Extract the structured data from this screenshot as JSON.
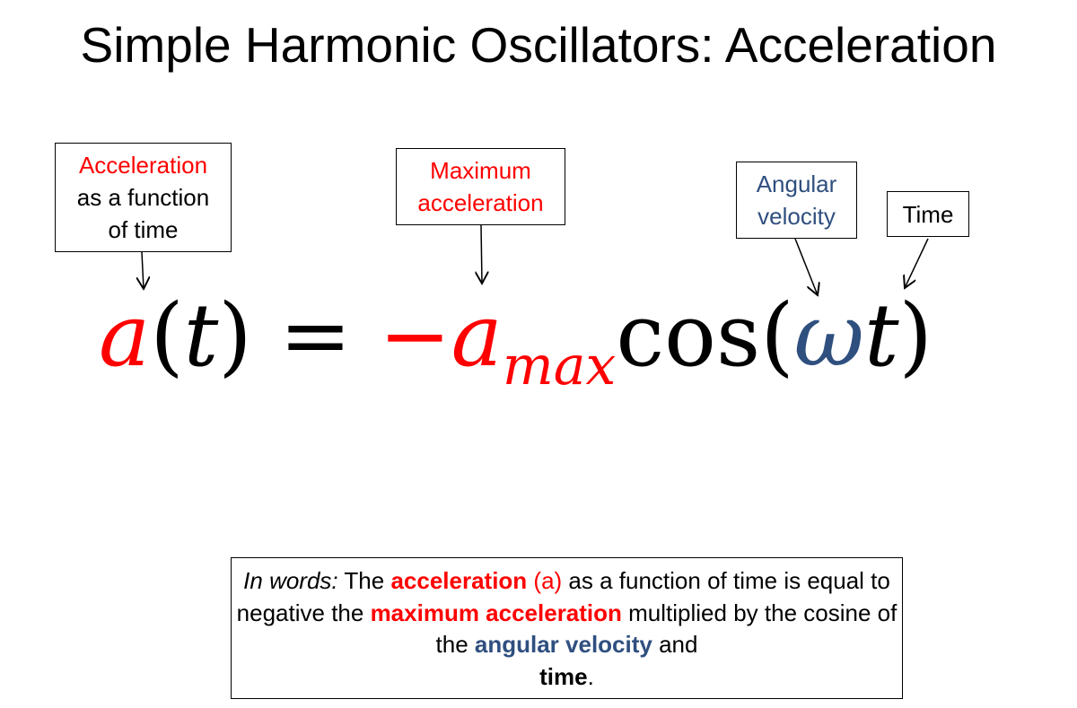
{
  "title": "Simple Harmonic Oscillators: Acceleration",
  "labels": {
    "accel_line1": "Acceleration",
    "accel_line2": "as a function",
    "accel_line3": "of time",
    "max_line1": "Maximum",
    "max_line2": "acceleration",
    "ang_line1": "Angular",
    "ang_line2": "velocity",
    "time": "Time"
  },
  "equation": {
    "a": "a",
    "open": "(",
    "t": "t",
    "close": ")",
    "eq": " = ",
    "minus": "−",
    "a2": "a",
    "sub": "max",
    "cos": "cos(",
    "omega": "ω",
    "t2": "t",
    "close2": ")"
  },
  "words": {
    "prefix": "In words:",
    "p1": " The ",
    "acceleration": "acceleration",
    "a_paren": " (a)",
    "p2": " as a function of time is equal to negative the ",
    "max_acc": "maximum acceleration",
    "p3": " multiplied by the cosine of the ",
    "ang_vel": "angular velocity",
    "p4": " and ",
    "time": "time",
    "end": "."
  },
  "colors": {
    "red": "#ff0000",
    "blue": "#2f4f7f"
  }
}
